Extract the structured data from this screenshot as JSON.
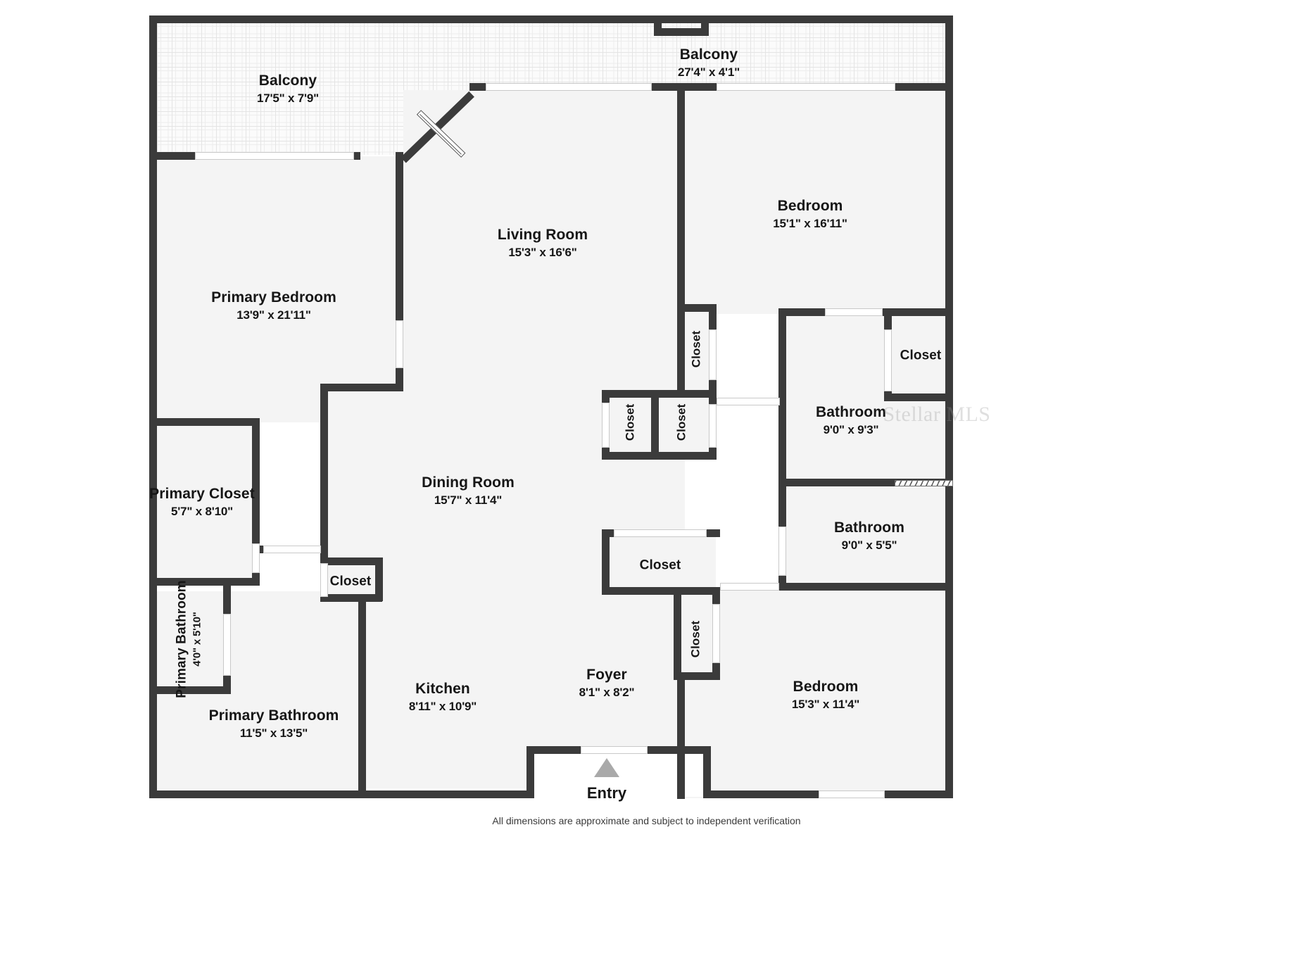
{
  "document": {
    "type": "floor-plan",
    "disclaimer": "All dimensions are approximate and subject to independent verification",
    "watermark": "Stellar MLS",
    "entry_label": "Entry"
  },
  "colors": {
    "wall": "#3b3b3b",
    "room_fill": "#f4f4f4",
    "background": "#ffffff",
    "entry_arrow": "#a9a9a9",
    "text": "#161616"
  },
  "rooms": [
    {
      "id": "balcony-left",
      "name": "Balcony",
      "dimensions": "17'5\" x 7'9\""
    },
    {
      "id": "balcony-top",
      "name": "Balcony",
      "dimensions": "27'4\" x 4'1\""
    },
    {
      "id": "primary-bedroom",
      "name": "Primary Bedroom",
      "dimensions": "13'9\" x 21'11\""
    },
    {
      "id": "living-room",
      "name": "Living Room",
      "dimensions": "15'3\" x 16'6\""
    },
    {
      "id": "bedroom-top-right",
      "name": "Bedroom",
      "dimensions": "15'1\" x 16'11\""
    },
    {
      "id": "dining-room",
      "name": "Dining Room",
      "dimensions": "15'7\" x 11'4\""
    },
    {
      "id": "primary-closet",
      "name": "Primary Closet",
      "dimensions": "5'7\" x 8'10\""
    },
    {
      "id": "bathroom-upper",
      "name": "Bathroom",
      "dimensions": "9'0\" x 9'3\""
    },
    {
      "id": "bathroom-lower",
      "name": "Bathroom",
      "dimensions": "9'0\" x 5'5\""
    },
    {
      "id": "primary-bathroom-sm",
      "name": "Primary Bathroom",
      "dimensions": "4'0\" x 5'10\""
    },
    {
      "id": "primary-bathroom",
      "name": "Primary Bathroom",
      "dimensions": "11'5\" x 13'5\""
    },
    {
      "id": "kitchen",
      "name": "Kitchen",
      "dimensions": "8'11\" x 10'9\""
    },
    {
      "id": "foyer",
      "name": "Foyer",
      "dimensions": "8'1\" x 8'2\""
    },
    {
      "id": "bedroom-bottom",
      "name": "Bedroom",
      "dimensions": "15'3\" x 11'4\""
    },
    {
      "id": "closet-right-upper",
      "name": "Closet",
      "dimensions": ""
    },
    {
      "id": "closet-hall-a",
      "name": "Closet",
      "dimensions": ""
    },
    {
      "id": "closet-hall-b",
      "name": "Closet",
      "dimensions": ""
    },
    {
      "id": "closet-hall-c",
      "name": "Closet",
      "dimensions": ""
    },
    {
      "id": "closet-foyer",
      "name": "Closet",
      "dimensions": ""
    },
    {
      "id": "closet-foyer-side",
      "name": "Closet",
      "dimensions": ""
    },
    {
      "id": "closet-small-left",
      "name": "Closet",
      "dimensions": ""
    }
  ]
}
